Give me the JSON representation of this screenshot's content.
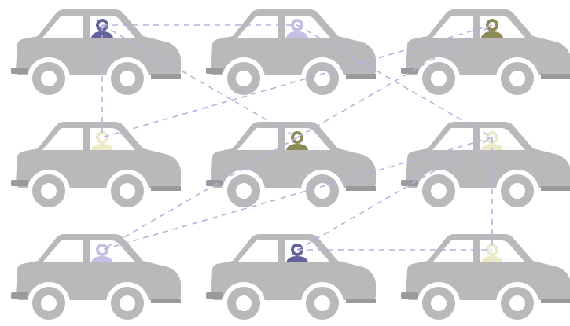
{
  "colors": {
    "car": "#b9b9bb",
    "bumper": "#9a9a9c",
    "link": "#b7b2dc",
    "driver_types": {
      "dark-blue": "#62639b",
      "light-lavender": "#c3c0e4",
      "olive": "#8c8a56",
      "pale-yellow": "#ece9c8"
    }
  },
  "cars": [
    {
      "id": "car-r1c1",
      "driver": "dark-blue"
    },
    {
      "id": "car-r1c2",
      "driver": "light-lavender"
    },
    {
      "id": "car-r1c3",
      "driver": "olive"
    },
    {
      "id": "car-r2c1",
      "driver": "pale-yellow"
    },
    {
      "id": "car-r2c2",
      "driver": "olive"
    },
    {
      "id": "car-r2c3",
      "driver": "pale-yellow"
    },
    {
      "id": "car-r3c1",
      "driver": "light-lavender"
    },
    {
      "id": "car-r3c2",
      "driver": "dark-blue"
    },
    {
      "id": "car-r3c3",
      "driver": "pale-yellow"
    }
  ],
  "links": [
    [
      "car-r1c1",
      "car-r2c1"
    ],
    [
      "car-r1c1",
      "car-r1c2"
    ],
    [
      "car-r1c1",
      "car-r2c2"
    ],
    [
      "car-r1c2",
      "car-r2c3"
    ],
    [
      "car-r1c3",
      "car-r2c1"
    ],
    [
      "car-r2c2",
      "car-r1c3"
    ],
    [
      "car-r2c2",
      "car-r3c1"
    ],
    [
      "car-r2c3",
      "car-r3c1"
    ],
    [
      "car-r2c3",
      "car-r3c3"
    ],
    [
      "car-r3c2",
      "car-r2c3"
    ],
    [
      "car-r3c2",
      "car-r3c3"
    ]
  ]
}
